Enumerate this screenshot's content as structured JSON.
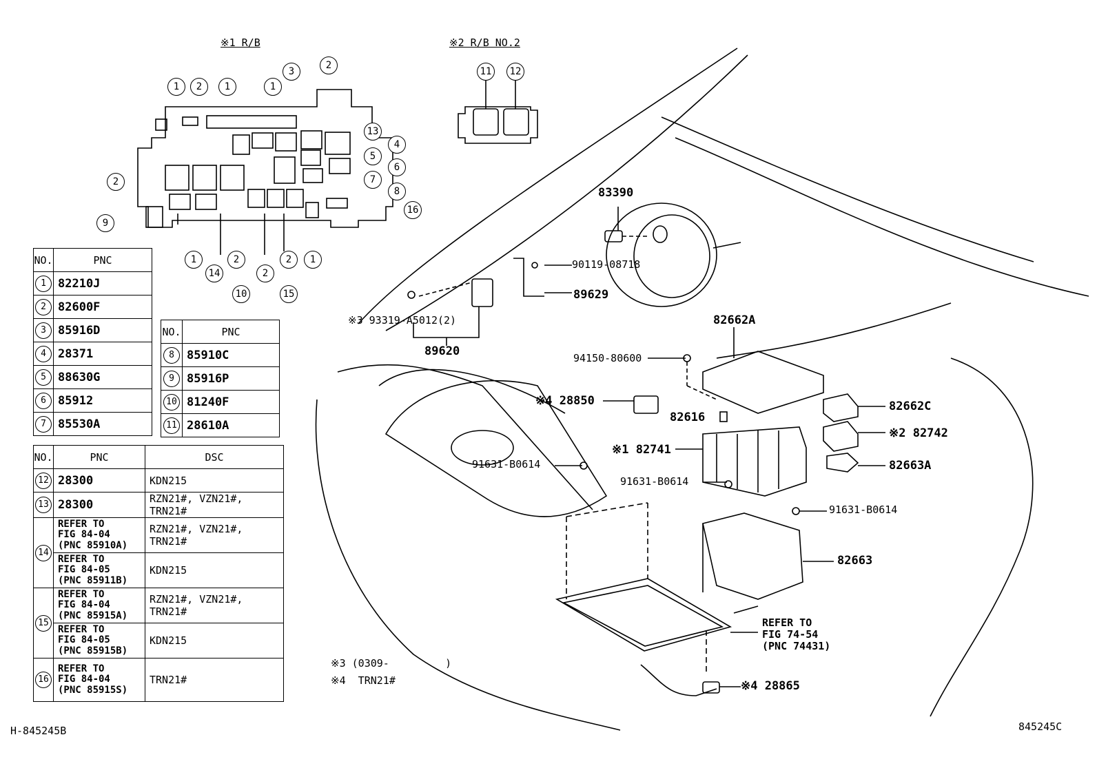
{
  "captions": {
    "rb1": "※1 R/B",
    "rb2": "※2 R/B NO.2"
  },
  "table1": {
    "h_no": "NO.",
    "h_pnc": "PNC",
    "h_no2": "NO.",
    "h_pnc2": "PNC",
    "rows_left": [
      {
        "no": "1",
        "pnc": "82210J"
      },
      {
        "no": "2",
        "pnc": "82600F"
      },
      {
        "no": "3",
        "pnc": "85916D"
      },
      {
        "no": "4",
        "pnc": "28371"
      },
      {
        "no": "5",
        "pnc": "88630G"
      },
      {
        "no": "6",
        "pnc": "85912"
      },
      {
        "no": "7",
        "pnc": "85530A"
      }
    ],
    "rows_right": [
      {
        "no": "8",
        "pnc": "85910C"
      },
      {
        "no": "9",
        "pnc": "85916P"
      },
      {
        "no": "10",
        "pnc": "81240F"
      },
      {
        "no": "11",
        "pnc": "28610A"
      }
    ]
  },
  "table2": {
    "h_no": "NO.",
    "h_pnc": "PNC",
    "h_dsc": "DSC",
    "r12": {
      "no": "12",
      "pnc": "28300",
      "dsc": "KDN215"
    },
    "r13": {
      "no": "13",
      "pnc": "28300",
      "dsc": "RZN21#, VZN21#, TRN21#"
    },
    "r14a": {
      "l1": "REFER TO",
      "l2": "FIG  84-04",
      "l3": "(PNC 85910A)",
      "dsc": "RZN21#, VZN21#, TRN21#"
    },
    "r14b": {
      "l1": "REFER TO",
      "l2": "FIG  84-05",
      "l3": "(PNC 85911B)",
      "dsc": "KDN215"
    },
    "r15a": {
      "l1": "REFER TO",
      "l2": "FIG  84-04",
      "l3": "(PNC 85915A)",
      "dsc": "RZN21#, VZN21#, TRN21#"
    },
    "r15b": {
      "l1": "REFER TO",
      "l2": "FIG  84-05",
      "l3": "(PNC 85915B)",
      "dsc": "KDN215"
    },
    "r16": {
      "no": "16",
      "l1": "REFER TO",
      "l2": "FIG  84-04",
      "l3": "(PNC 85915S)",
      "dsc": "TRN21#"
    },
    "no14": "14",
    "no15": "15"
  },
  "parts": {
    "p83390": "83390",
    "p90119": "90119-08718",
    "p89629": "89629",
    "p93319": "※3 93319-A5012(2)",
    "p89620": "89620",
    "p82662A": "82662A",
    "p94150": "94150-80600",
    "p28850": "※4 28850",
    "p82616": "82616",
    "p82662C": "82662C",
    "p82742": "※2 82742",
    "p82741": "※1 82741",
    "p91631a": "91631-B0614",
    "p91631b": "91631-B0614",
    "p91631c": "91631-B0614",
    "p82663A": "82663A",
    "p82663": "82663",
    "ref1": "REFER TO",
    "ref2": "FIG 74-54",
    "ref3": "(PNC 74431)",
    "p28865": "※4 28865"
  },
  "notes": {
    "n3": "※3 (0309-         )",
    "n4": "※4  TRN21#"
  },
  "footer": {
    "left": "H-845245B",
    "right": "845245C"
  },
  "bubbles": [
    "1",
    "2",
    "1",
    "1",
    "3",
    "2",
    "13",
    "4",
    "5",
    "6",
    "7",
    "8",
    "16",
    "2",
    "9",
    "1",
    "14",
    "2",
    "10",
    "2",
    "15",
    "2",
    "1",
    "11",
    "12"
  ]
}
